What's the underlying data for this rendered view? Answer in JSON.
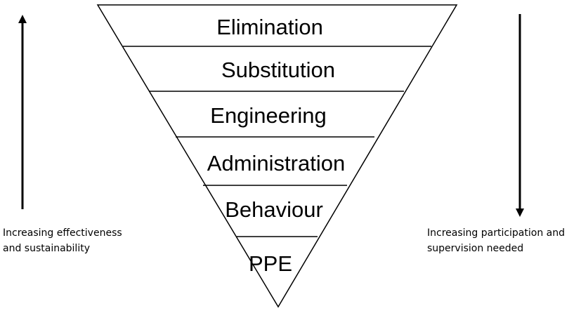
{
  "hierarchy": {
    "tiers": [
      {
        "label": "Elimination"
      },
      {
        "label": "Substitution"
      },
      {
        "label": "Engineering"
      },
      {
        "label": "Administration"
      },
      {
        "label": "Behaviour"
      },
      {
        "label": "PPE"
      }
    ]
  },
  "left_note": {
    "line1": "Increasing effectiveness",
    "line2": "and sustainability",
    "arrow_direction": "up"
  },
  "right_note": {
    "line1": "Increasing participation and",
    "line2": "supervision needed",
    "arrow_direction": "down"
  },
  "colors": {
    "stroke": "#000000",
    "background": "#ffffff"
  }
}
